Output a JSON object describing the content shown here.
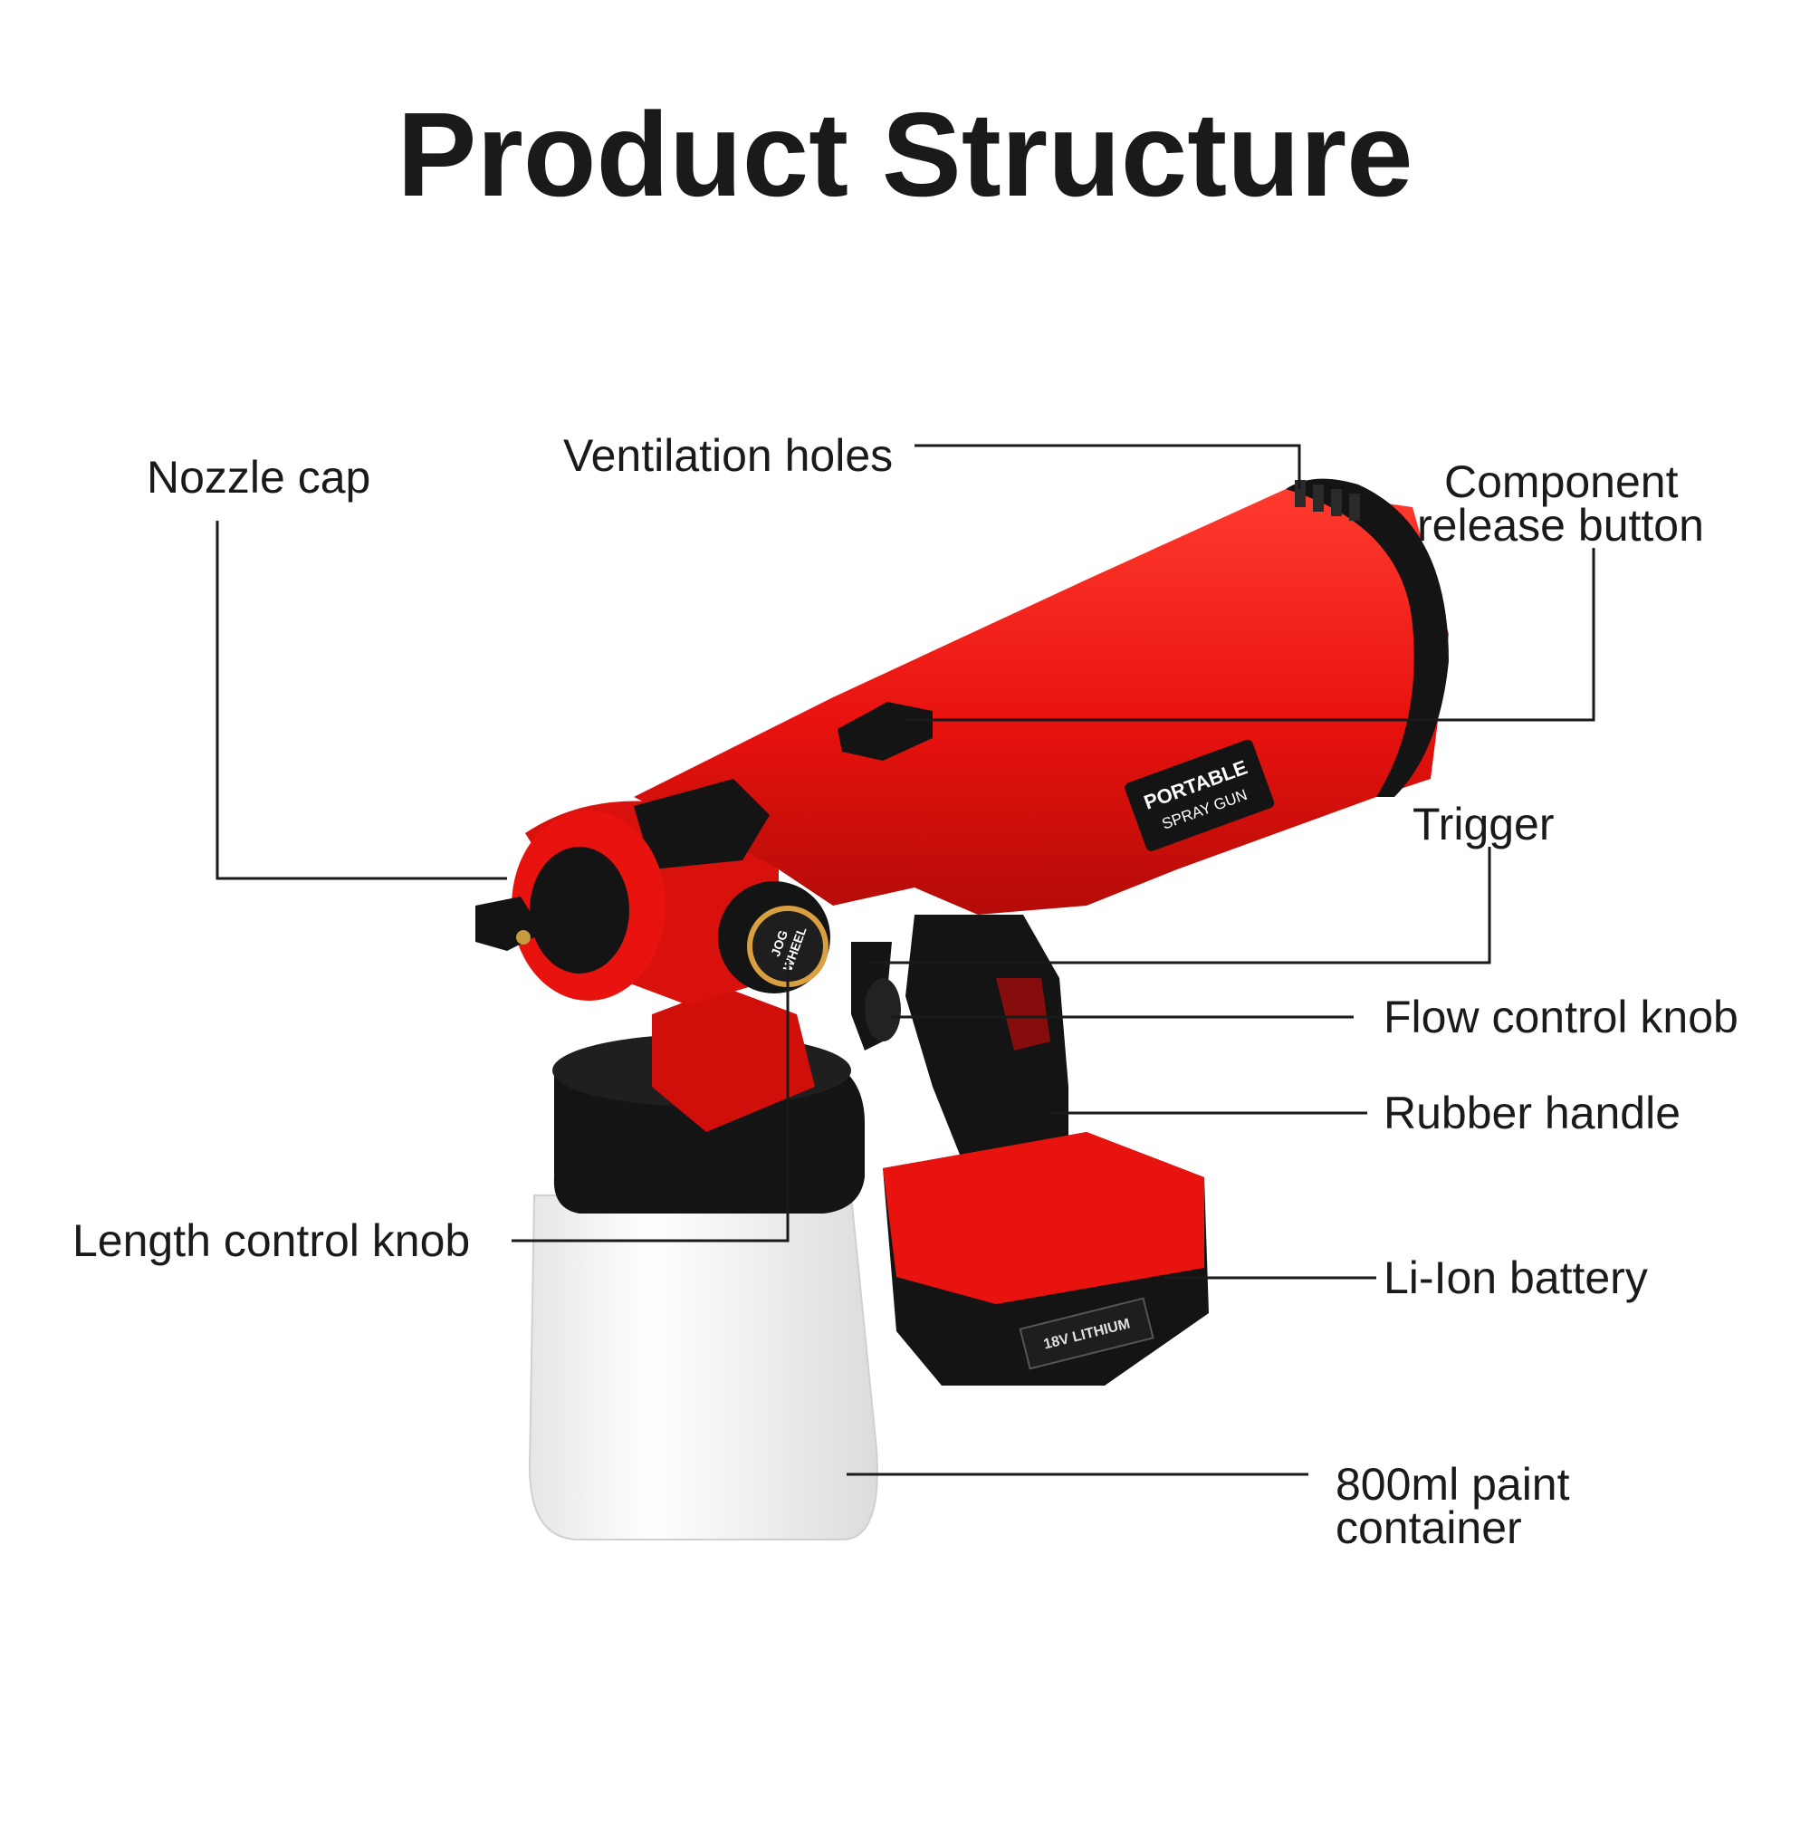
{
  "title": "Product Structure",
  "product": {
    "brand_line1": "PORTABLE",
    "brand_line2": "SPRAY GUN",
    "knob_line1": "JOG",
    "knob_line2": "WHEEL",
    "battery_label": "18V LITHIUM"
  },
  "labels": {
    "nozzle_cap": "Nozzle cap",
    "ventilation_holes": "Ventilation holes",
    "component_release_line1": "Component",
    "component_release_line2": "release button",
    "trigger": "Trigger",
    "flow_control_knob": "Flow control knob",
    "rubber_handle": "Rubber handle",
    "length_control_knob": "Length control knob",
    "li_ion_battery": "Li-Ion battery",
    "paint_container_line1": "800ml paint",
    "paint_container_line2": "container"
  },
  "colors": {
    "body_red": "#e8120e",
    "dark_red": "#b50b08",
    "black_plastic": "#161616",
    "container_white": "#f5f5f5",
    "leader_line": "#1a1a1a"
  }
}
